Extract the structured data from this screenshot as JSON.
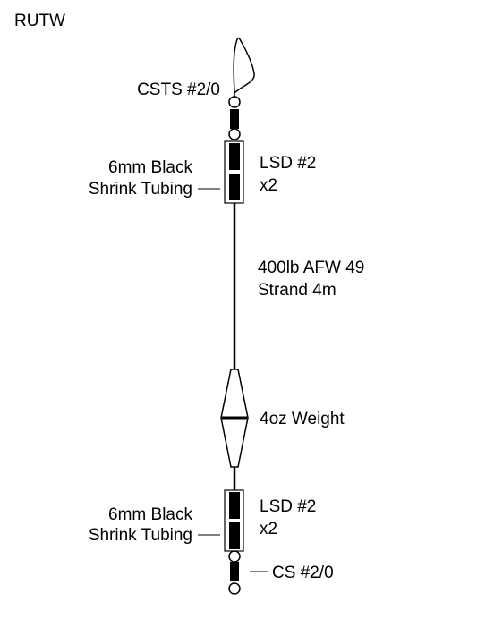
{
  "title": "RUTW",
  "labels": {
    "top_swivel": "CSTS #2/0",
    "tubing_top_1": "6mm Black",
    "tubing_top_2": "Shrink Tubing",
    "sleeve_top_1": "LSD #2",
    "sleeve_top_2": "x2",
    "line_1": "400lb AFW 49",
    "line_2": "Strand 4m",
    "weight": "4oz Weight",
    "tubing_bottom_1": "6mm Black",
    "tubing_bottom_2": "Shrink Tubing",
    "sleeve_bottom_1": "LSD #2",
    "sleeve_bottom_2": "x2",
    "bottom_snap": "CS #2/0"
  }
}
